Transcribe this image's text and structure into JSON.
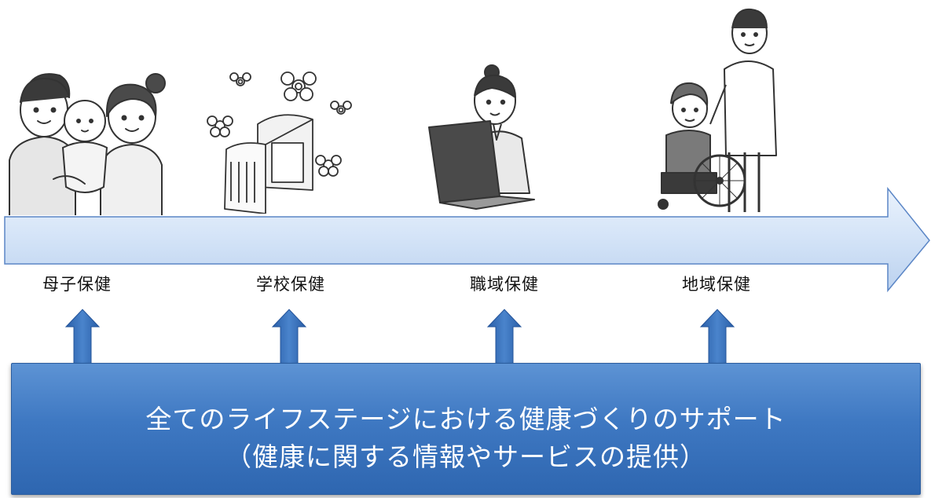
{
  "stages": [
    {
      "label": "母子保健",
      "icon": "family-with-baby-icon"
    },
    {
      "label": "学校保健",
      "icon": "school-backpack-icon"
    },
    {
      "label": "職域保健",
      "icon": "office-worker-laptop-icon"
    },
    {
      "label": "地域保健",
      "icon": "elderly-wheelchair-caregiver-icon"
    }
  ],
  "banner": {
    "line1": "全てのライフステージにおける健康づくりのサポート",
    "line2": "（健康に関する情報やサービスの提供）"
  },
  "colors": {
    "arrow_fill": "#d6e4f8",
    "arrow_stroke": "#5b86c6",
    "up_arrow": "#2f6ab8",
    "banner": "#3e78c2"
  }
}
